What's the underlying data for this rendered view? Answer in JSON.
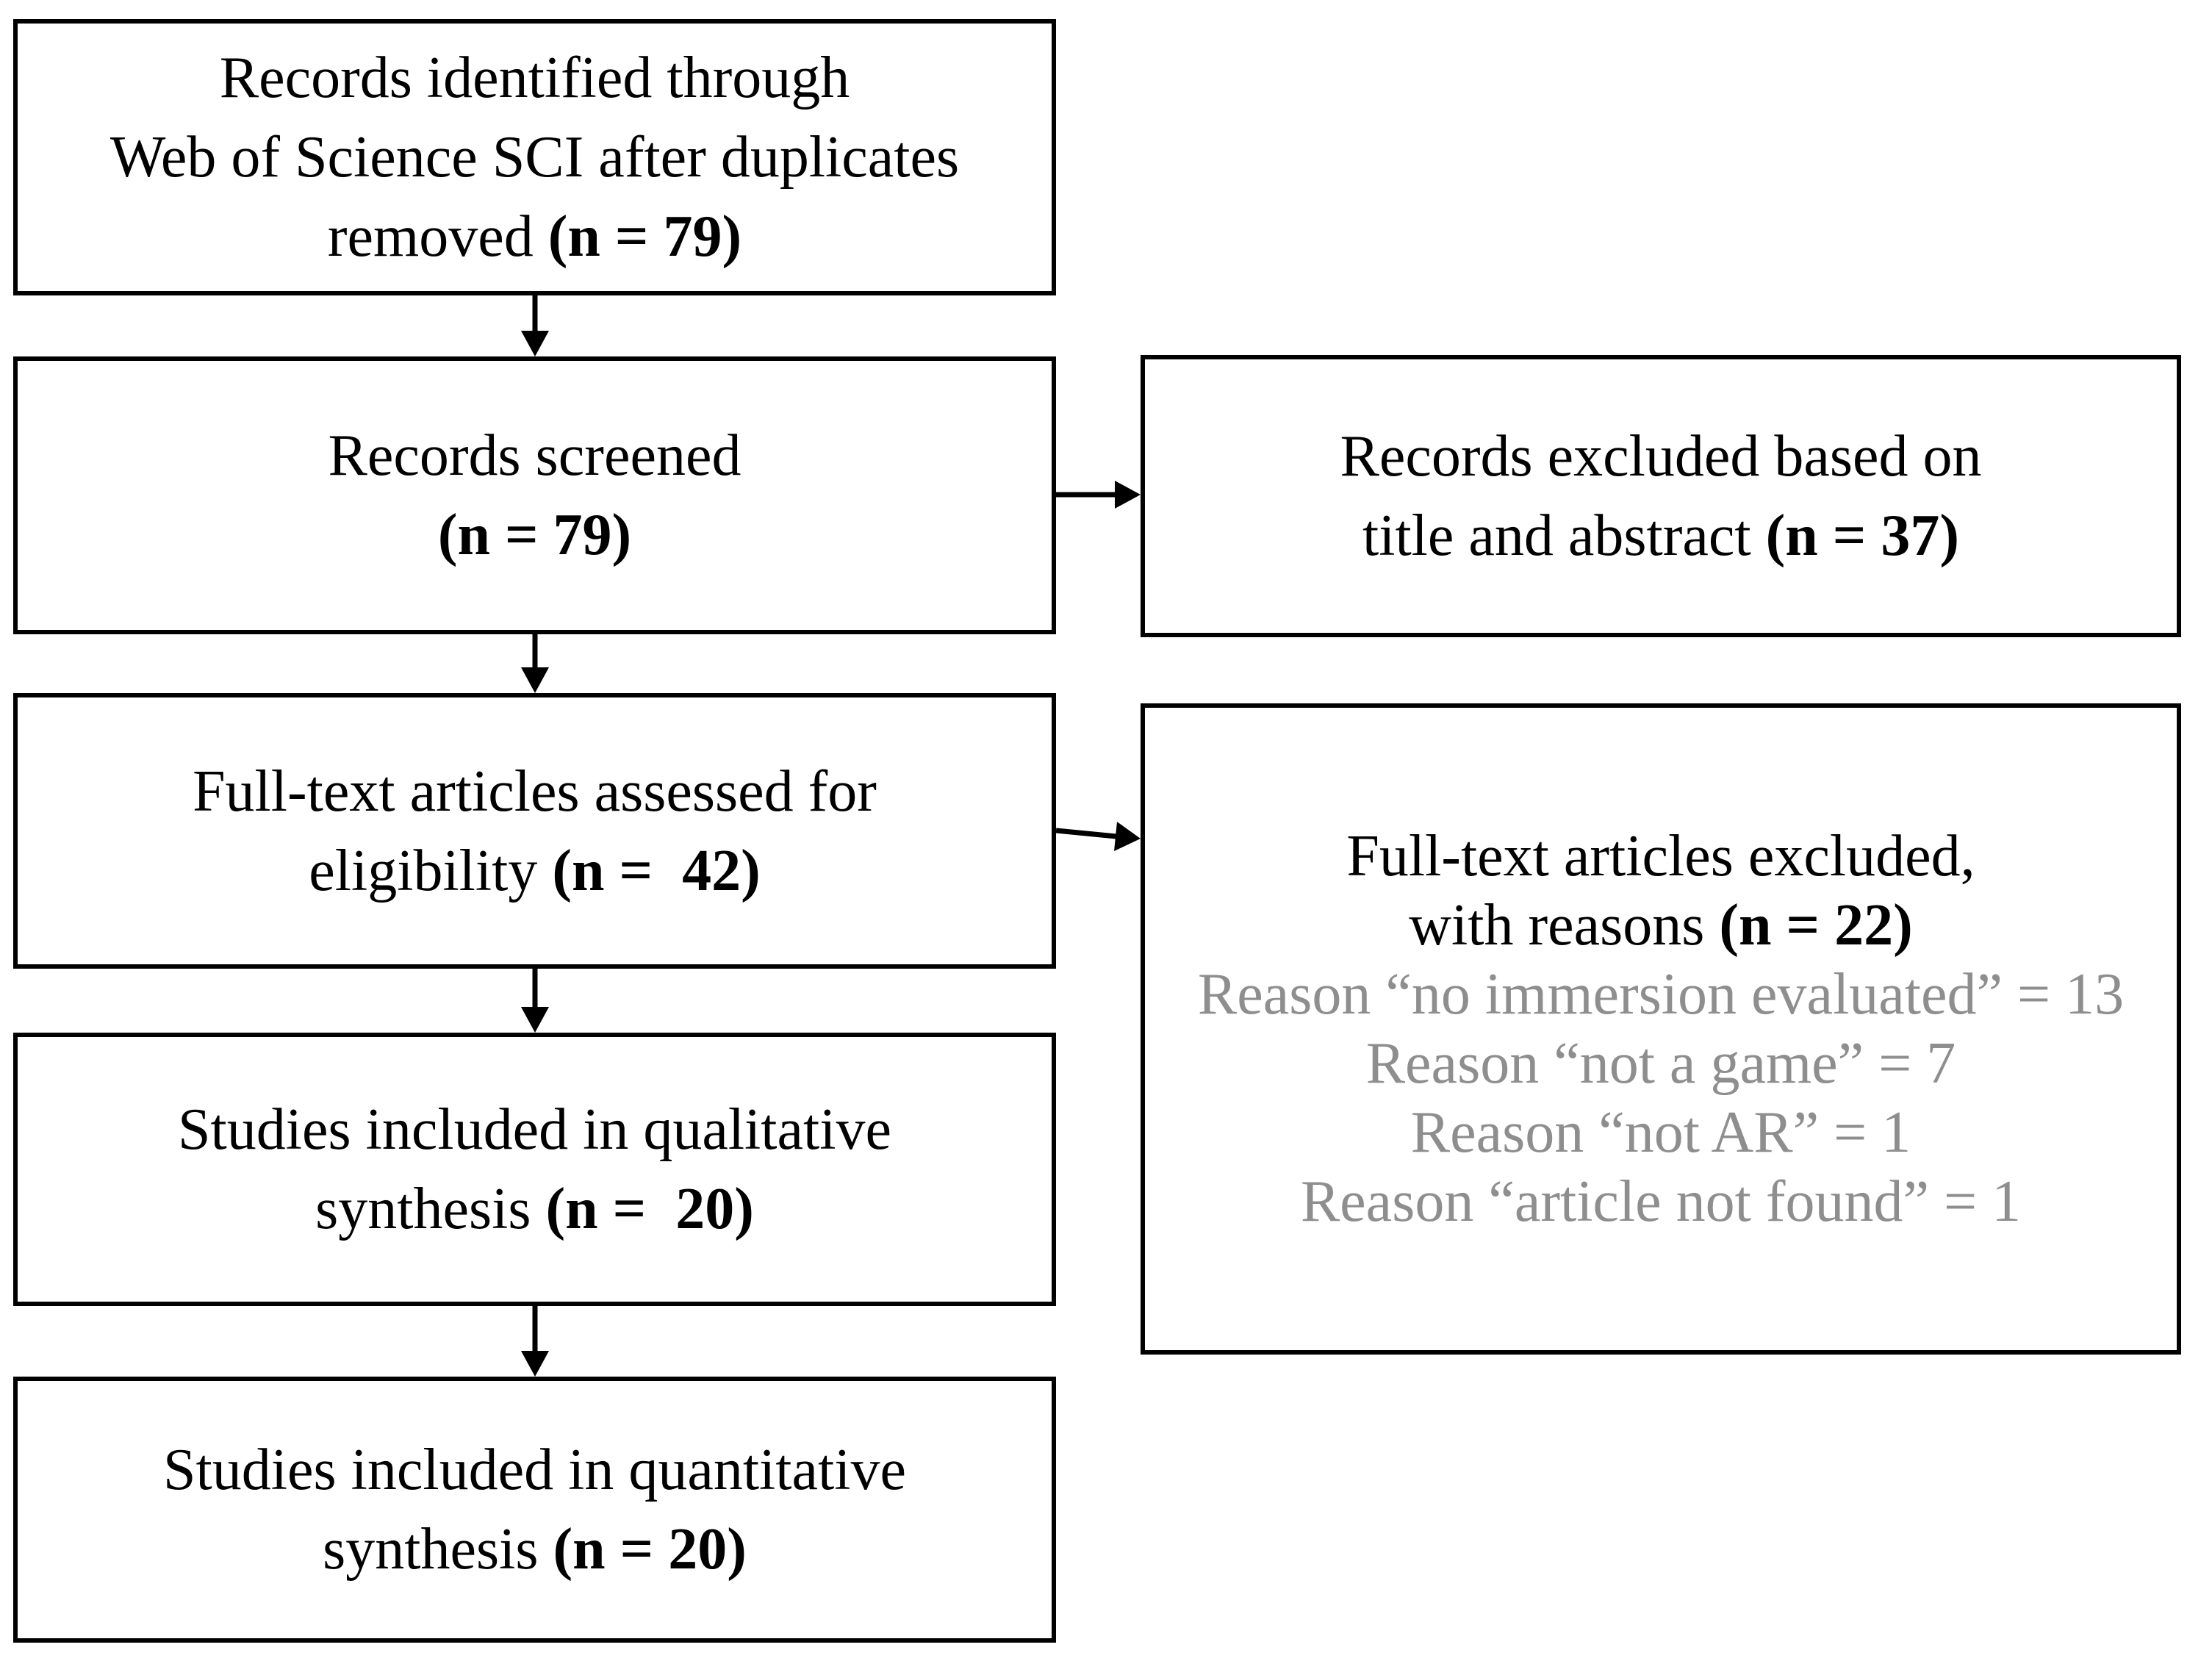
{
  "title": "PRISMA flow diagram",
  "colors": {
    "box_border": "#000000",
    "text": "#000000",
    "reason_text": "#8e8e8e",
    "background": "#ffffff"
  },
  "boxes": {
    "identification": {
      "lines": [
        {
          "text": "Records identified through"
        },
        {
          "text": "Web of Science SCI after duplicates"
        },
        {
          "text": "removed ",
          "bold": "(n = 79)"
        }
      ]
    },
    "screened": {
      "lines": [
        {
          "text": "Records screened"
        },
        {
          "text": "",
          "bold": "(n = 79)"
        }
      ]
    },
    "fulltext_assessed": {
      "lines": [
        {
          "text": "Full-text articles assessed for"
        },
        {
          "text": "eligibility ",
          "bold": "(n =  42)"
        }
      ]
    },
    "qualitative_synthesis": {
      "lines": [
        {
          "text": "Studies included in qualitative"
        },
        {
          "text": "synthesis ",
          "bold": "(n =  20)"
        }
      ]
    },
    "quantitative_synthesis": {
      "lines": [
        {
          "text": "Studies included in quantitative"
        },
        {
          "text": "synthesis ",
          "bold": "(n = 20)"
        }
      ]
    },
    "excluded_title_abstract": {
      "lines": [
        {
          "text": "Records excluded based on"
        },
        {
          "text": "title and abstract ",
          "bold": "(n = 37)"
        }
      ]
    },
    "excluded_fulltext": {
      "lines": [
        {
          "text": "Full-text articles excluded,"
        },
        {
          "text": "with reasons ",
          "bold": "(n = 22)"
        }
      ],
      "reasons": [
        "Reason “no immersion evaluated” = 13",
        "Reason “not a game” = 7",
        "Reason “not AR” = 1",
        "Reason “article not found” = 1"
      ]
    }
  }
}
